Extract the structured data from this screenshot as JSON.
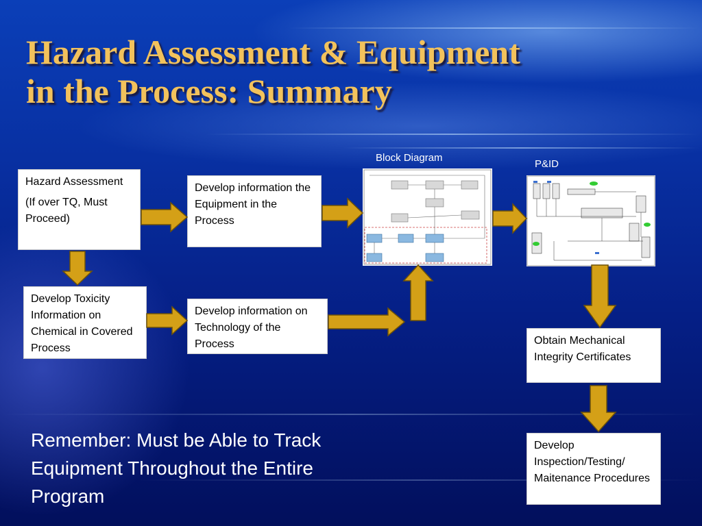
{
  "title": {
    "line1": "Hazard Assessment & Equipment",
    "line2": "in the Process:  Summary"
  },
  "boxes": {
    "hazard": {
      "line1": "Hazard Assessment",
      "line2": "(If over TQ, Must Proceed)"
    },
    "equipment": "Develop information the Equipment in the Process",
    "toxicity": "Develop Toxicity Information on Chemical in Covered Process",
    "technology": "Develop information on Technology of the Process",
    "mechanical": "Obtain Mechanical Integrity Certificates",
    "inspection": "Develop Inspection/Testing/ Maitenance Procedures"
  },
  "captions": {
    "block_diagram": "Block Diagram",
    "pid": "P&ID"
  },
  "note": "Remember: Must be Able to Track Equipment Throughout the Entire Program",
  "colors": {
    "title": "#f2c25c",
    "arrow_fill": "#d4a017",
    "arrow_stroke": "#6e5208",
    "background_top": "#0b3fb8",
    "background_bottom": "#020f5c"
  },
  "icons": {
    "arrow": "right-arrow-icon",
    "down_arrow": "down-arrow-icon",
    "up_arrow": "up-arrow-icon"
  }
}
